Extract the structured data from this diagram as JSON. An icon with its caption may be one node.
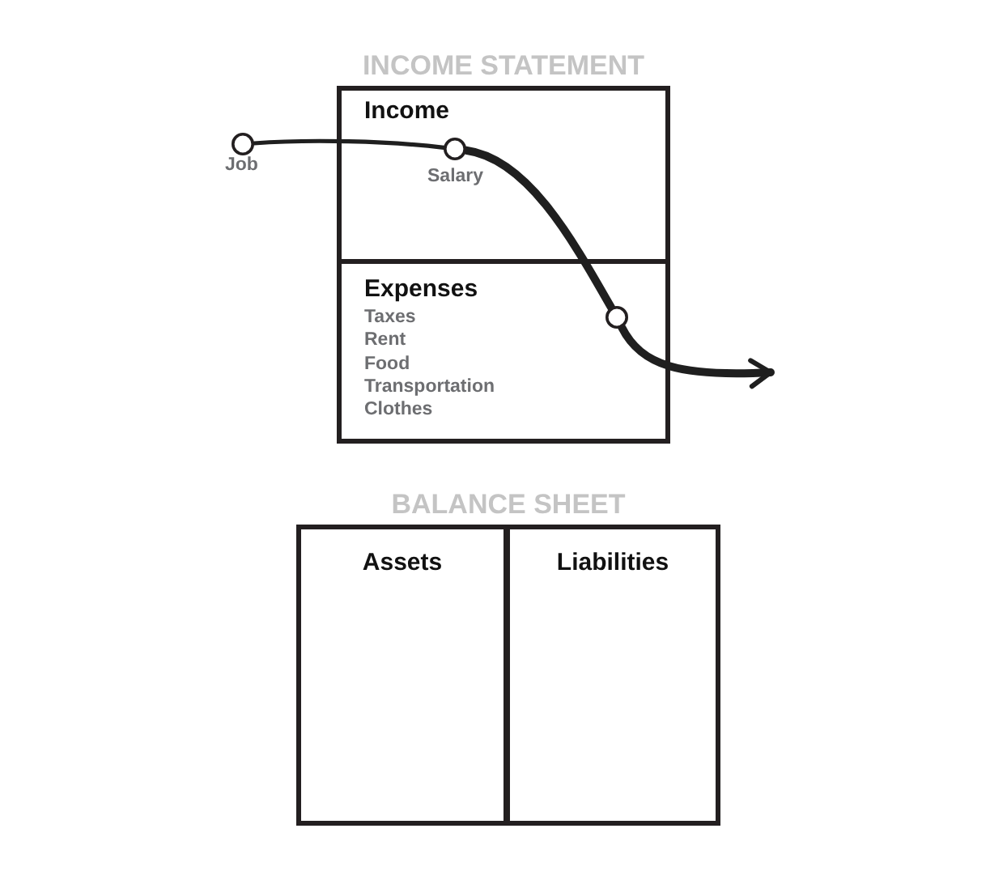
{
  "diagram": {
    "nodes": [
      {
        "text": [],
        "shape": "circle",
        "beside": [
          "Job"
        ]
      },
      {
        "text": [
          "INCOME STATEMENT"
        ]
      },
      {
        "text": [
          "Income"
        ],
        "in": 1
      },
      {
        "text": [],
        "shape": "circle",
        "in": 2,
        "beside": [
          "Salary"
        ]
      },
      {
        "text": [
          "Expenses",
          "Taxes",
          "Rent",
          "Food",
          "Transportation",
          "Clothes"
        ],
        "in": 1
      },
      {
        "text": [],
        "shape": "circle",
        "in": 4
      },
      {
        "text": [
          "BALANCE SHEET"
        ]
      },
      {
        "text": [
          "Assets"
        ],
        "in": 6
      },
      {
        "text": [
          "Liabilities"
        ],
        "in": 6
      }
    ],
    "edges": [
      {
        "from": 0,
        "to": 3,
        "arrow": "none"
      },
      {
        "from": 3,
        "to": 5,
        "arrow": "none"
      },
      {
        "from": 5,
        "to": null,
        "arrow": "to"
      }
    ]
  }
}
